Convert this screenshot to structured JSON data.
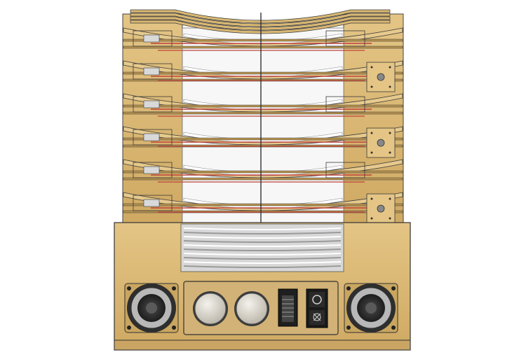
{
  "scene": {
    "subject": "",
    "colors": {
      "background": "#ffffff",
      "plywood": "#d9b873",
      "plywood_light": "#e6c98c",
      "plywood_dark": "#b89350",
      "string": "#c0433a",
      "outline": "#3a3a3a",
      "grey_panel": "#bfbfbf",
      "white_sheet": "#f4f4f4",
      "knob": "#d4d0c6",
      "speaker_cone": "#2b2b2b"
    },
    "tiers": 6,
    "speakers": 2,
    "knobs": 2,
    "icons": [
      "left-speaker-icon",
      "right-speaker-icon",
      "volume-knob-icon",
      "tone-knob-icon",
      "slider-switch-icon",
      "power-switch-icon"
    ]
  }
}
